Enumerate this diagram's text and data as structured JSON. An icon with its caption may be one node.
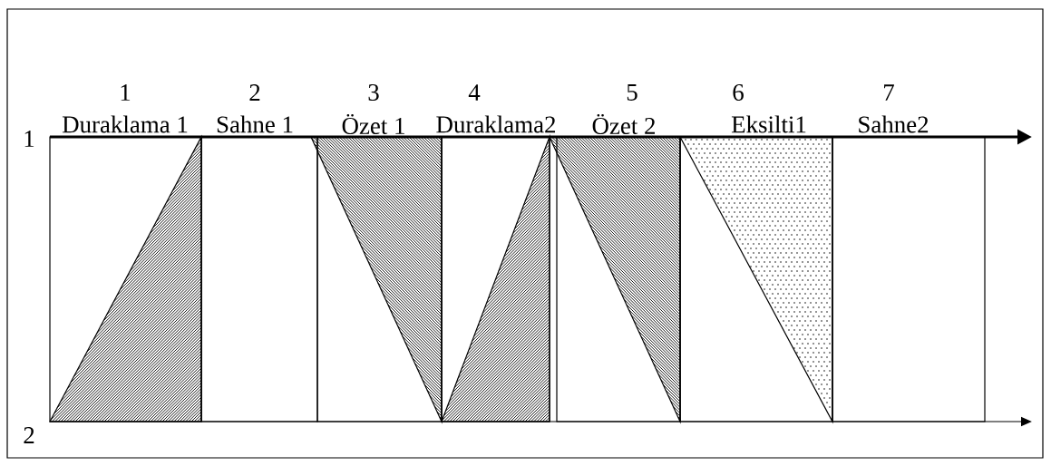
{
  "diagram": {
    "nodes": [
      {
        "text": [
          "1",
          "Duraklama 1"
        ]
      },
      {
        "text": [
          "2",
          "Sahne 1"
        ]
      },
      {
        "text": [
          "3",
          "Özet 1"
        ]
      },
      {
        "text": [
          "4",
          "Duraklama2"
        ]
      },
      {
        "text": [
          "5",
          "Özet 2"
        ]
      },
      {
        "text": [
          "6",
          "Eksilti1"
        ]
      },
      {
        "text": [
          "7",
          "Sahne2"
        ]
      }
    ],
    "labels": [
      "1",
      "2"
    ]
  }
}
